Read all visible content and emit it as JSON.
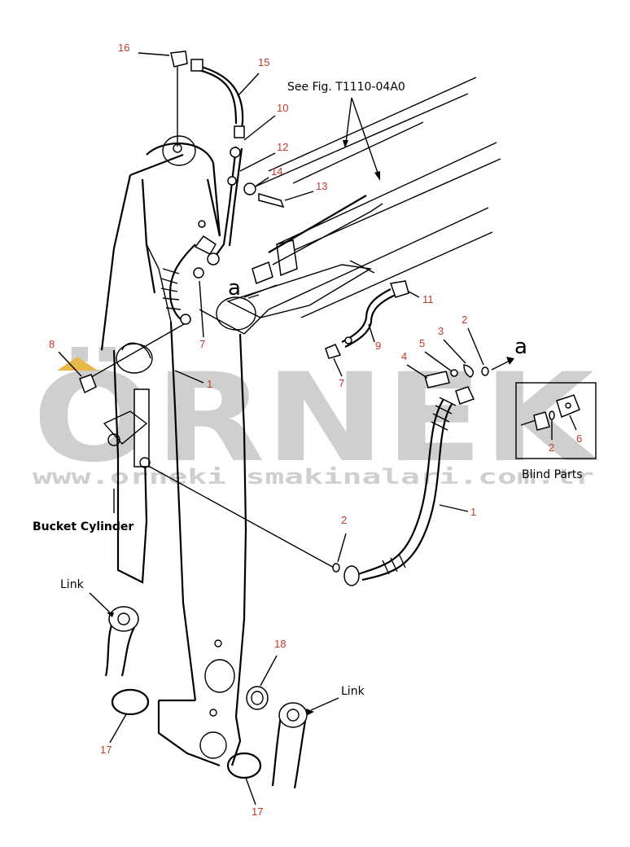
{
  "watermark": {
    "brand": "ÖRNEK",
    "url": "www.orneki smakinalari.com.tr"
  },
  "labels": {
    "see_fig": "See Fig. T1110-04A0",
    "bucket_cylinder": "Bucket  Cylinder",
    "link_left": "Link",
    "link_right": "Link",
    "blind_parts": "Blind  Parts",
    "a_upper": "a",
    "a_right": "a"
  },
  "callouts": {
    "c16": "16",
    "c15": "15",
    "c10": "10",
    "c12": "12",
    "c14": "14",
    "c13": "13",
    "c11": "11",
    "c2a": "2",
    "c3": "3",
    "c5": "5",
    "c4": "4",
    "c9": "9",
    "c7a": "7",
    "c7b": "7",
    "c8": "8",
    "c1a": "1",
    "c1b": "1",
    "c2b": "2",
    "c2c": "2",
    "c6": "6",
    "c18": "18",
    "c17a": "17",
    "c17b": "17"
  },
  "colors": {
    "callout": "#c0392b",
    "watermark": "#cfcfcf",
    "watermark_accent": "#e8b84a",
    "line": "#000000"
  }
}
